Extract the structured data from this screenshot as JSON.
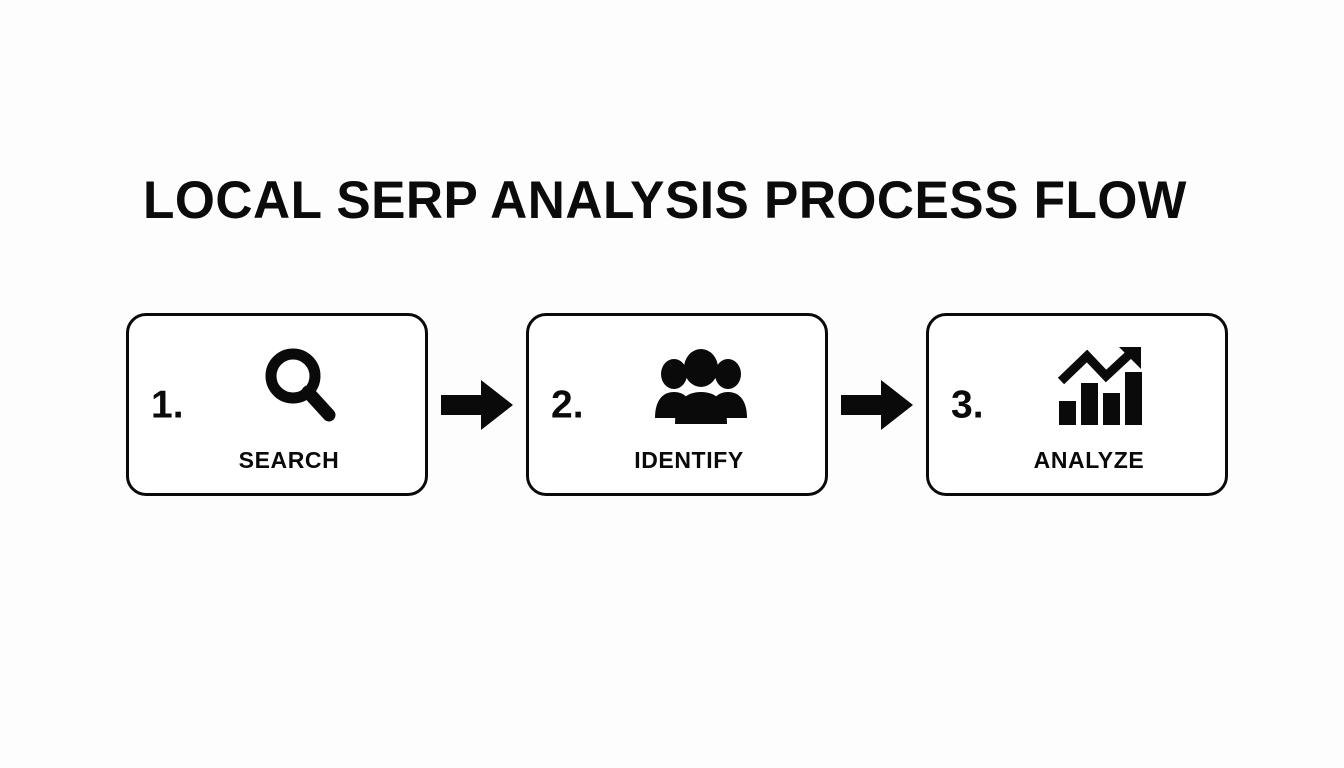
{
  "page": {
    "title": "LOCAL SERP ANALYSIS PROCESS FLOW",
    "background_color": "#fdfdfd",
    "ink_color": "#0a0a0a"
  },
  "flow": {
    "connector_icon": "arrow-right-icon",
    "steps": [
      {
        "number": "1.",
        "label": "SEARCH",
        "icon": "magnifier-icon"
      },
      {
        "number": "2.",
        "label": "IDENTIFY",
        "icon": "people-group-icon"
      },
      {
        "number": "3.",
        "label": "ANALYZE",
        "icon": "bar-chart-trend-up-icon"
      }
    ]
  }
}
